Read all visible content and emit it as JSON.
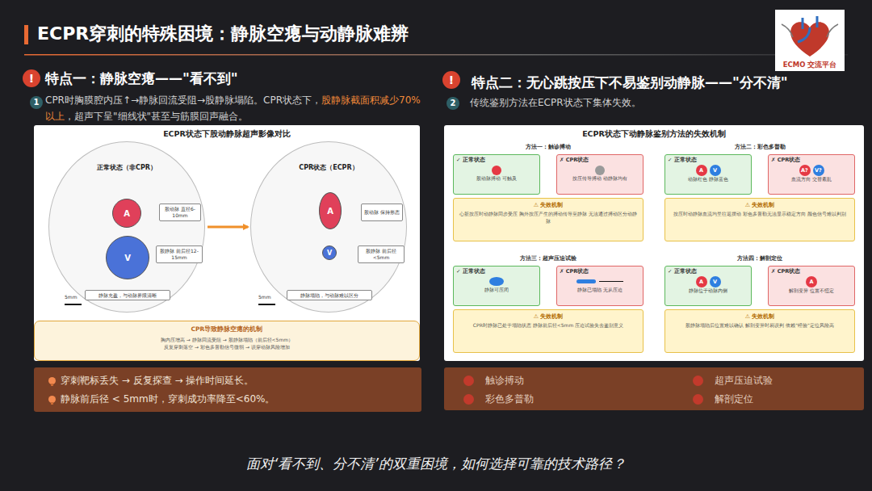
{
  "diagram": {
    "title": "ECPR穿刺的特殊困境：静脉空瘪与动静脉难辨",
    "caption": "面对‘看不到、分不清’的双重困境，如何选择可靠的技术路径？",
    "nodes": [
      {
        "text": [
          "ECPR状态下股动静脉超声影像对比"
        ]
      },
      {
        "text": [
          "正常状态（非CPR）"
        ],
        "in": 0
      },
      {
        "text": [
          "A"
        ],
        "in": 1
      },
      {
        "text": [
          "V"
        ],
        "in": 1
      },
      {
        "text": [
          "股动脉 直径6-10mm"
        ],
        "in": 1
      },
      {
        "text": [
          "股静脉 前后径12-15mm"
        ],
        "in": 1
      },
      {
        "text": [
          "静脉充盈，与动脉界限清晰"
        ],
        "in": 1
      },
      {
        "text": [
          "CPR状态（ECPR）"
        ],
        "in": 0
      },
      {
        "text": [
          "A"
        ],
        "in": 7
      },
      {
        "text": [
          "V"
        ],
        "in": 7
      },
      {
        "text": [
          "股动脉 保持形态"
        ],
        "in": 7
      },
      {
        "text": [
          "股静脉 前后径<5mm"
        ],
        "in": 7
      },
      {
        "text": [
          "静脉塌陷，与动脉难以区分"
        ],
        "in": 7
      },
      {
        "text": [
          "CPR导致静脉空瘪的机制",
          "胸内压增高 → 静脉回流受阻 → 股静脉塌陷（前后径<5mm）",
          "反复穿刺落空 → 彩色多普勒信号微弱 → 误穿动脉风险增加"
        ],
        "in": 0
      },
      {
        "text": [
          "穿刺靶标丢失 → 反复探查 → 操作时间延长。",
          "静脉前后径 < 5mm时，穿刺成功率降至<60%。"
        ]
      },
      {
        "text": [
          "ECPR状态下动静脉鉴别方法的失效机制"
        ]
      },
      {
        "text": [
          "方法一：触诊搏动"
        ],
        "in": 15
      },
      {
        "text": [
          "✓ 正常状态",
          "股动脉搏动 可触及"
        ],
        "in": 16
      },
      {
        "text": [
          "✗ CPR状态",
          "按压传导搏动 动静脉均有"
        ],
        "in": 16
      },
      {
        "text": [
          "⚠ 失效机制",
          "心脏按压时动静脉同步受压 胸外按压产生的搏动传导至静脉 无法通过搏动区分动静脉"
        ],
        "in": 16
      },
      {
        "text": [
          "方法二：彩色多普勒"
        ],
        "in": 15
      },
      {
        "text": [
          "✓ 正常状态",
          "A",
          "V",
          "动脉红色 静脉蓝色"
        ],
        "in": 20
      },
      {
        "text": [
          "✗ CPR状态",
          "A?",
          "V?",
          "血流方向 交替紊乱"
        ],
        "in": 20
      },
      {
        "text": [
          "⚠ 失效机制",
          "按压时动静脉血流均呈往返摆动 彩色多普勒无法显示稳定方向 颜色信号难以判别"
        ],
        "in": 20
      },
      {
        "text": [
          "方法三：超声压迫试验"
        ],
        "in": 15
      },
      {
        "text": [
          "✓ 正常状态",
          "静脉可压闭"
        ],
        "in": 24
      },
      {
        "text": [
          "✗ CPR状态",
          "静脉已塌陷 无从压迫"
        ],
        "in": 24
      },
      {
        "text": [
          "⚠ 失效机制",
          "CPR时静脉已处于塌陷状态 静脉前后径<5mm 压迫试验失去鉴别意义"
        ],
        "in": 24
      },
      {
        "text": [
          "方法四：解剖定位"
        ],
        "in": 15
      },
      {
        "text": [
          "✓ 正常状态",
          "A",
          "V",
          "静脉位于动脉内侧"
        ],
        "in": 28
      },
      {
        "text": [
          "✗ CPR状态",
          "A",
          "解剖变异 位置不恒定"
        ],
        "in": 28
      },
      {
        "text": [
          "⚠ 失效机制",
          "股静脉塌陷后位置难以确认 解剖变异时易误判 依赖\"经验\"定位风险高"
        ],
        "in": 28
      },
      {
        "text": [
          "触诊搏动",
          "超声压迫试验",
          "彩色多普勒",
          "解剖定位"
        ]
      }
    ],
    "edges": [
      {
        "from": 1,
        "to": 7,
        "arrow": "to"
      }
    ],
    "labels": [
      "!",
      "特点一：静脉空瘪——\"看不到\"",
      "1",
      "CPR时胸膜腔内压↑→静脉回流受阻→股静脉塌陷。CPR状态下，",
      "股静脉截面积减少70%以上",
      "，超声下呈\"细线状\"甚至与筋膜回声融合。",
      "!",
      "特点二：无心跳按压下不易鉴别动静脉——\"分不清\"",
      "2",
      "传统鉴别方法在ECPR状态下集体失效。",
      "5mm",
      "5mm",
      "ECMO 交流平台"
    ]
  }
}
